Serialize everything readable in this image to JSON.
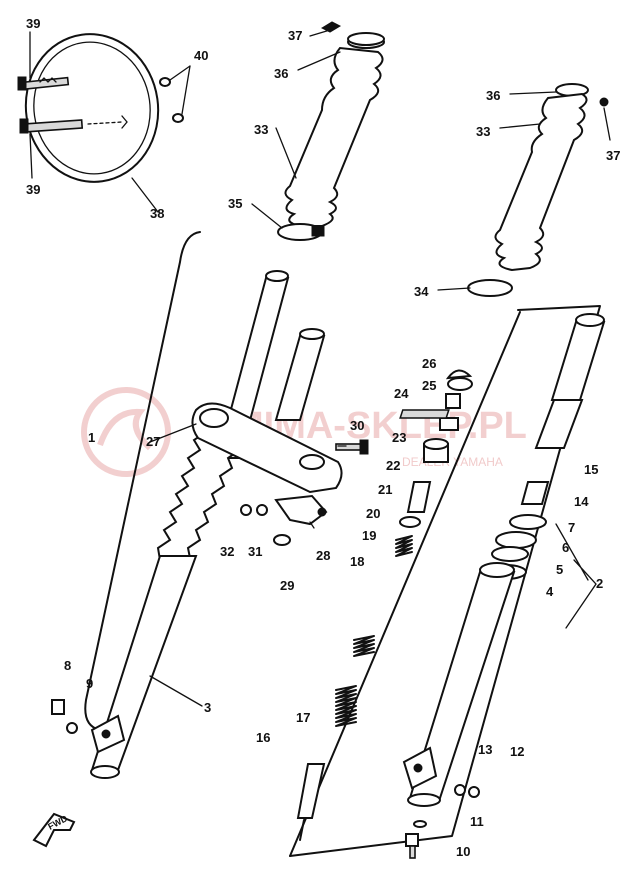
{
  "diagram": {
    "watermark": {
      "title": "MIMA-SKLEP.PL",
      "subtitle": "DEALER YAMAHA"
    },
    "front_marker": "FWD",
    "labels": [
      "1",
      "2",
      "3",
      "4",
      "5",
      "6",
      "7",
      "8",
      "9",
      "10",
      "11",
      "12",
      "13",
      "14",
      "15",
      "16",
      "17",
      "18",
      "19",
      "20",
      "21",
      "22",
      "23",
      "24",
      "25",
      "26",
      "27",
      "28",
      "29",
      "30",
      "31",
      "32",
      "33",
      "33",
      "34",
      "35",
      "36",
      "36",
      "37",
      "37",
      "38",
      "39",
      "39",
      "40"
    ]
  }
}
